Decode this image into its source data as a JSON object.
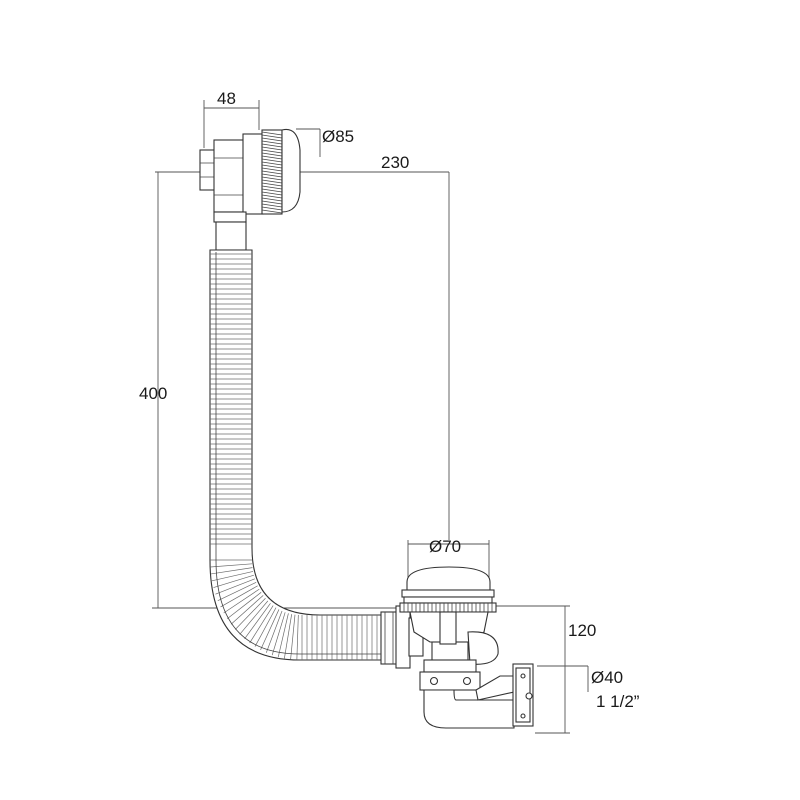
{
  "dimensions": {
    "overflow_width": "48",
    "overflow_diameter": "Ø85",
    "horizontal_span": "230",
    "height": "400",
    "waste_diameter": "Ø70",
    "waste_height": "120",
    "outlet_diameter": "Ø40",
    "outlet_thread": "1 1/2”"
  },
  "colors": {
    "line": "#333333",
    "dimension_line": "#555555",
    "background": "#ffffff"
  }
}
